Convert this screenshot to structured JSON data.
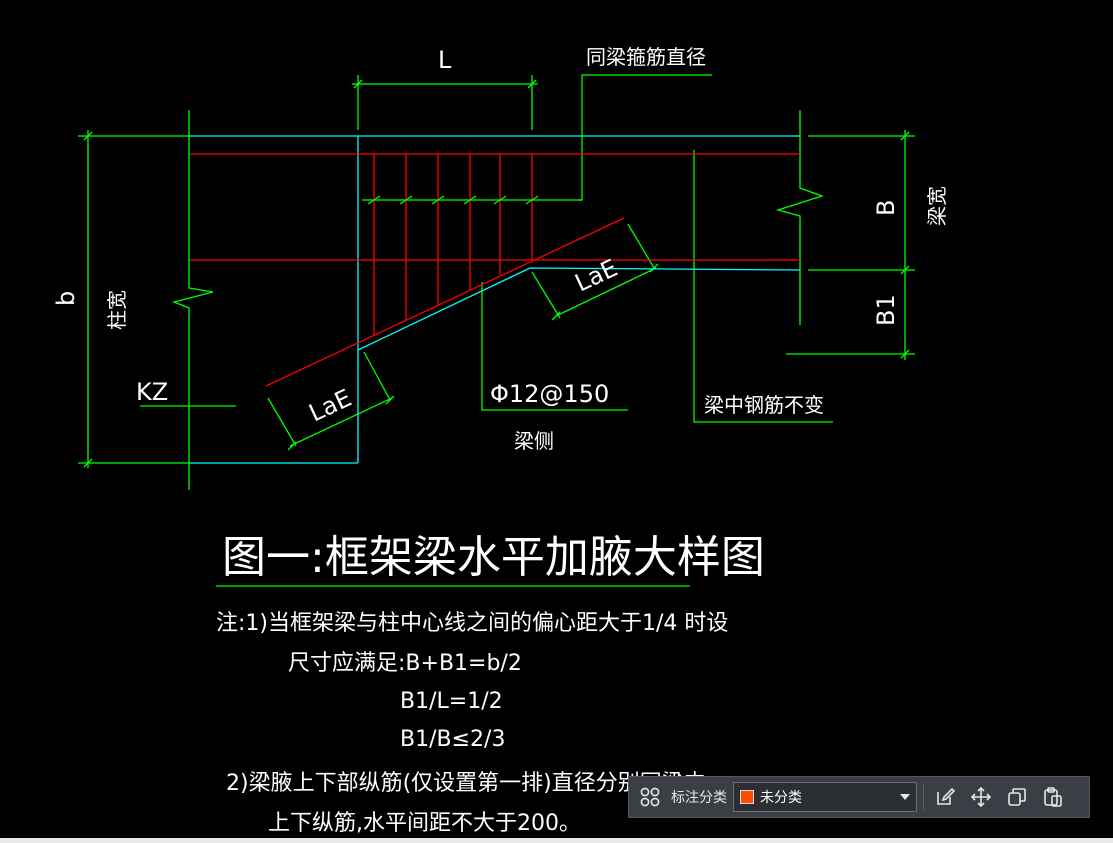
{
  "drawing": {
    "dim_L": "L",
    "dim_b": "b",
    "dim_B": "B",
    "dim_B1": "B1",
    "label_beam_stirrup": "同梁箍筋直径",
    "label_column_width": "柱宽",
    "label_beam_width": "梁宽",
    "label_kz": "KZ",
    "label_loe_1": "LaE",
    "label_loe_2": "LaE",
    "label_rebar": "Φ12@150",
    "label_beam_side": "梁侧",
    "label_beam_rebar_unchanged": "梁中钢筋不变",
    "title": "图一:框架梁水平加腋大样图",
    "notes": [
      "注:1)当框架梁与柱中心线之间的偏心距大于1/4 时设",
      "尺寸应满足:B+B1=b/2",
      "B1/L=1/2",
      "B1/B≤2/3",
      "2)梁腋上下部纵筋(仅设置第一排)直径分别同梁内",
      "上下纵筋,水平间距不大于200。"
    ]
  },
  "colors": {
    "green": "#00ff00",
    "cyan": "#00ffff",
    "red": "#ff0000",
    "white": "#ffffff",
    "swatch": "#ff4d00"
  },
  "toolbar": {
    "category_label": "标注分类",
    "category_value": "未分类",
    "icons": [
      "component-grid-icon",
      "edit-icon",
      "move-icon",
      "copy-icon",
      "paste-icon"
    ]
  }
}
